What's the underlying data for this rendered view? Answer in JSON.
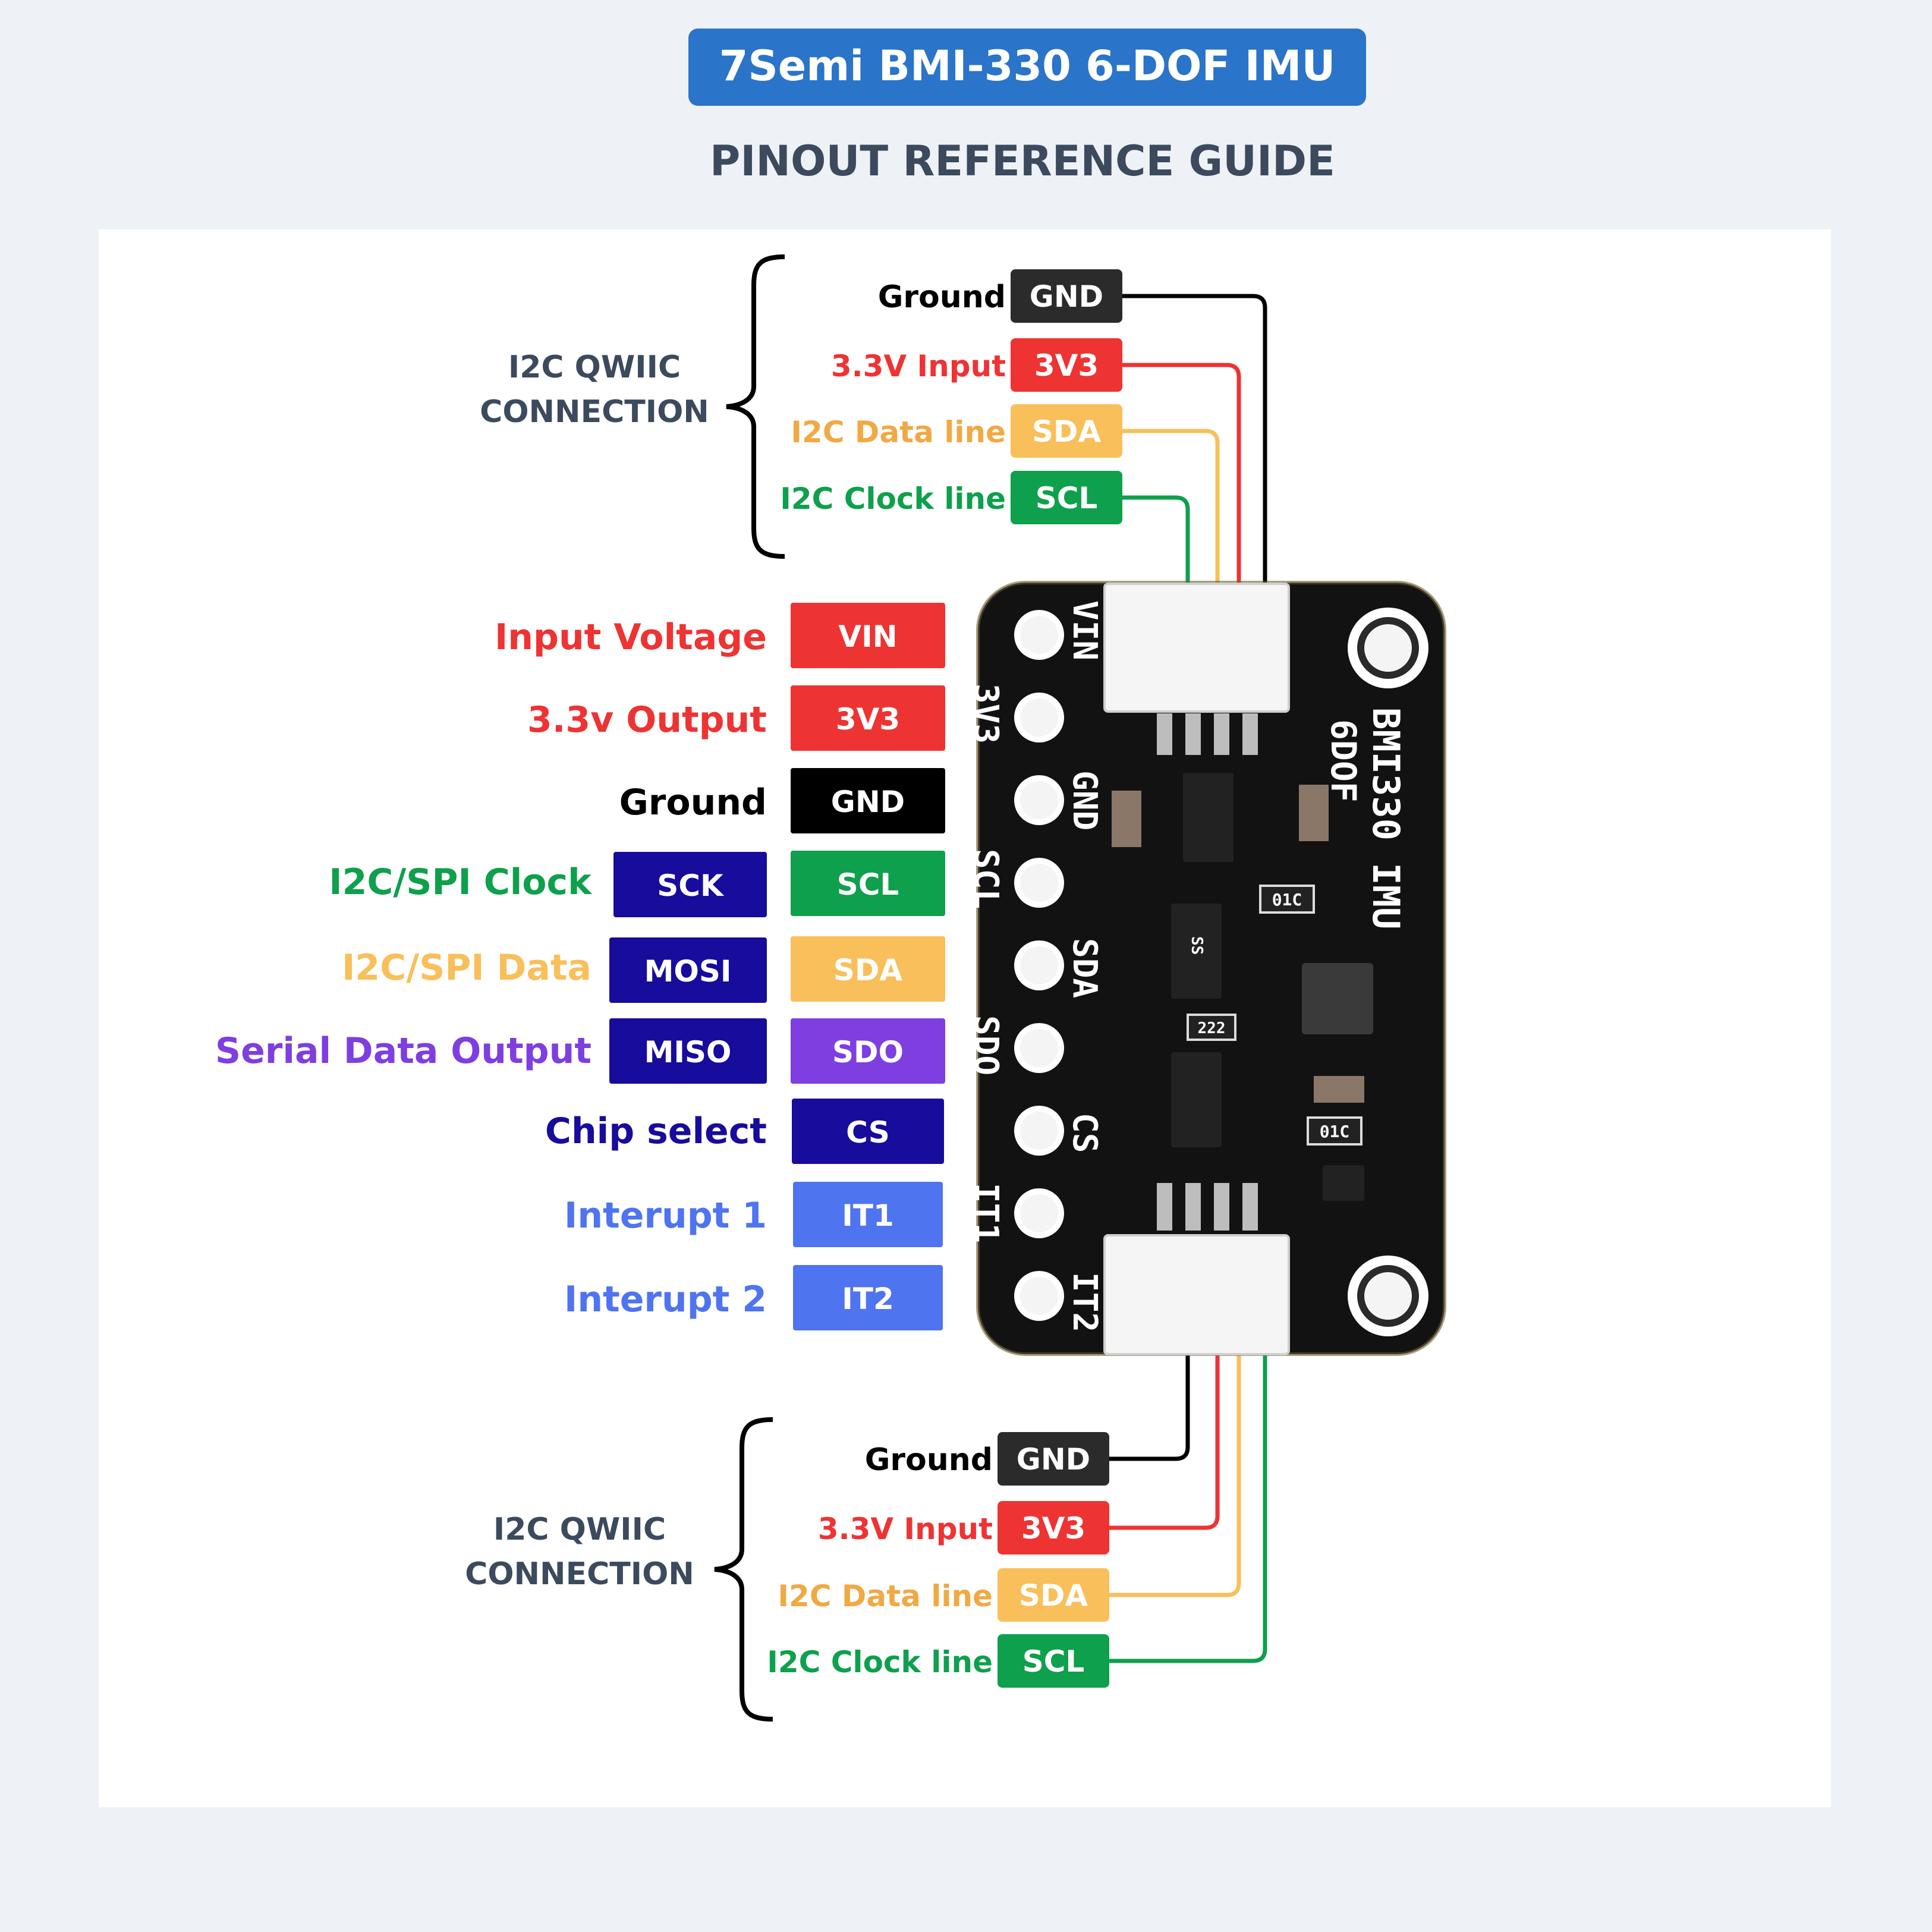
{
  "header": {
    "title": "7Semi BMI-330 6-DOF IMU",
    "subtitle": "PINOUT REFERENCE GUIDE"
  },
  "colors": {
    "header_bg": "#2a74c9",
    "subtitle": "#3c4a5e",
    "black": "#000000",
    "dark": "#2b2b2b",
    "red": "#ee3333",
    "yellow": "#f9bf5a",
    "yellow_text": "#f0a944",
    "green": "#0ea04c",
    "navy": "#170c9b",
    "purple": "#7e3ee0",
    "blue": "#4f74f0",
    "board": "#121212"
  },
  "qwiic_top": {
    "group_label_1": "I2C QWIIC",
    "group_label_2": "CONNECTION",
    "pins": [
      {
        "label": "Ground",
        "pin": "GND"
      },
      {
        "label": "3.3V Input",
        "pin": "3V3"
      },
      {
        "label": "I2C Data line",
        "pin": "SDA"
      },
      {
        "label": "I2C Clock line",
        "pin": "SCL"
      }
    ]
  },
  "qwiic_bottom": {
    "group_label_1": "I2C QWIIC",
    "group_label_2": "CONNECTION",
    "pins": [
      {
        "label": "Ground",
        "pin": "GND"
      },
      {
        "label": "3.3V Input",
        "pin": "3V3"
      },
      {
        "label": "I2C Data line",
        "pin": "SDA"
      },
      {
        "label": "I2C Clock line",
        "pin": "SCL"
      }
    ]
  },
  "header_pins": [
    {
      "label": "Input Voltage",
      "pin": "VIN",
      "alt": ""
    },
    {
      "label": "3.3v Output",
      "pin": "3V3",
      "alt": ""
    },
    {
      "label": "Ground",
      "pin": "GND",
      "alt": ""
    },
    {
      "label": "I2C/SPI Clock",
      "pin": "SCL",
      "alt": "SCK"
    },
    {
      "label": "I2C/SPI Data",
      "pin": "SDA",
      "alt": "MOSI"
    },
    {
      "label": "Serial Data Output",
      "pin": "SDO",
      "alt": "MISO"
    },
    {
      "label": "Chip select",
      "pin": "CS",
      "alt": ""
    },
    {
      "label": "Interupt 1",
      "pin": "IT1",
      "alt": ""
    },
    {
      "label": "Interupt 2",
      "pin": "IT2",
      "alt": ""
    }
  ],
  "board": {
    "silkscreen_pins": [
      "VIN",
      "3V3",
      "GND",
      "SCL",
      "SDA",
      "SDO",
      "CS",
      "IT1",
      "IT2"
    ],
    "name_line1": "BMI330 IMU",
    "name_line2": "6DOF",
    "marking_1": "01C",
    "marking_2": "222",
    "marking_3": "SS"
  }
}
